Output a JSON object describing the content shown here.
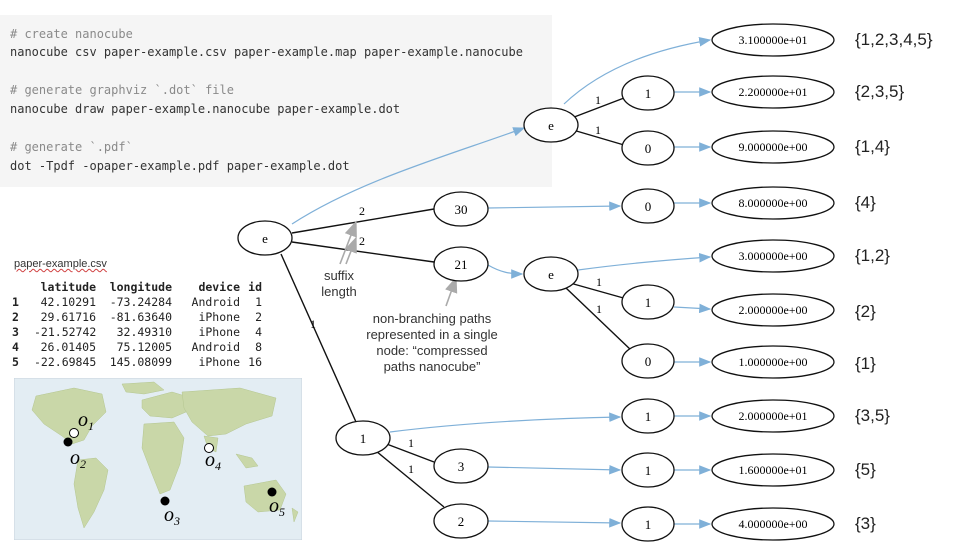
{
  "code_block": {
    "lines": [
      {
        "text": "# create nanocube",
        "kind": "comment"
      },
      {
        "text": "nanocube csv paper-example.csv paper-example.map paper-example.nanocube",
        "kind": "code"
      },
      {
        "text": "# generate graphviz `.dot` file",
        "kind": "comment"
      },
      {
        "text": "nanocube draw paper-example.nanocube paper-example.dot",
        "kind": "code"
      },
      {
        "text": "# generate `.pdf`",
        "kind": "comment"
      },
      {
        "text": "dot -Tpdf -opaper-example.pdf paper-example.dot",
        "kind": "code"
      }
    ]
  },
  "csv": {
    "title": "paper-example.csv",
    "headers": [
      "latitude",
      "longitude",
      "device",
      "id"
    ],
    "rows": [
      {
        "idx": "1",
        "latitude": "42.10291",
        "longitude": "-73.24284",
        "device": "Android",
        "id": "1"
      },
      {
        "idx": "2",
        "latitude": "29.61716",
        "longitude": "-81.63640",
        "device": "iPhone",
        "id": "2"
      },
      {
        "idx": "3",
        "latitude": "-21.52742",
        "longitude": "32.49310",
        "device": "iPhone",
        "id": "4"
      },
      {
        "idx": "4",
        "latitude": "26.01405",
        "longitude": "75.12005",
        "device": "Android",
        "id": "8"
      },
      {
        "idx": "5",
        "latitude": "-22.69845",
        "longitude": "145.08099",
        "device": "iPhone",
        "id": "16"
      }
    ]
  },
  "map": {
    "points": [
      {
        "letter": "o",
        "sub": "1",
        "style": "hollow"
      },
      {
        "letter": "o",
        "sub": "2",
        "style": "filled"
      },
      {
        "letter": "o",
        "sub": "3",
        "style": "filled"
      },
      {
        "letter": "o",
        "sub": "4",
        "style": "hollow"
      },
      {
        "letter": "o",
        "sub": "5",
        "style": "filled"
      }
    ]
  },
  "diagram": {
    "nodes": {
      "root": "e",
      "n30": "30",
      "n21": "21",
      "n1": "1",
      "top_e": "e",
      "top_1": "1",
      "top_0": "0",
      "mid_0": "0",
      "e21": "e",
      "e21_1": "1",
      "e21_0": "0",
      "b_1": "1",
      "b_3": "3",
      "b_2": "2",
      "b_3_child": "1",
      "b_2_child": "1"
    },
    "edge_labels": {
      "root_n30": "2",
      "root_n21": "2",
      "root_n1": "1",
      "tope_1": "1",
      "tope_0": "1",
      "e21_1": "1",
      "e21_0": "1",
      "n1_3": "1",
      "n1_2": "1"
    },
    "leaves": [
      {
        "value": "3.100000e+01",
        "set": "{1,2,3,4,5}"
      },
      {
        "value": "2.200000e+01",
        "set": "{2,3,5}"
      },
      {
        "value": "9.000000e+00",
        "set": "{1,4}"
      },
      {
        "value": "8.000000e+00",
        "set": "{4}"
      },
      {
        "value": "3.000000e+00",
        "set": "{1,2}"
      },
      {
        "value": "2.000000e+00",
        "set": "{2}"
      },
      {
        "value": "1.000000e+00",
        "set": "{1}"
      },
      {
        "value": "2.000000e+01",
        "set": "{3,5}"
      },
      {
        "value": "1.600000e+01",
        "set": "{5}"
      },
      {
        "value": "4.000000e+00",
        "set": "{3}"
      }
    ],
    "annotations": {
      "suffix": [
        "suffix",
        "length"
      ],
      "nonbranching": [
        "non-branching paths",
        "represented in a single",
        "node: “compressed",
        "paths nanocube”"
      ]
    }
  },
  "colors": {
    "edge": "#111111",
    "link": "#7fb0d8",
    "arrow_annot": "#aaaaaa",
    "code_bg": "#f5f5f5",
    "ocean": "#e3edf3",
    "land": "#c9d7a8"
  }
}
